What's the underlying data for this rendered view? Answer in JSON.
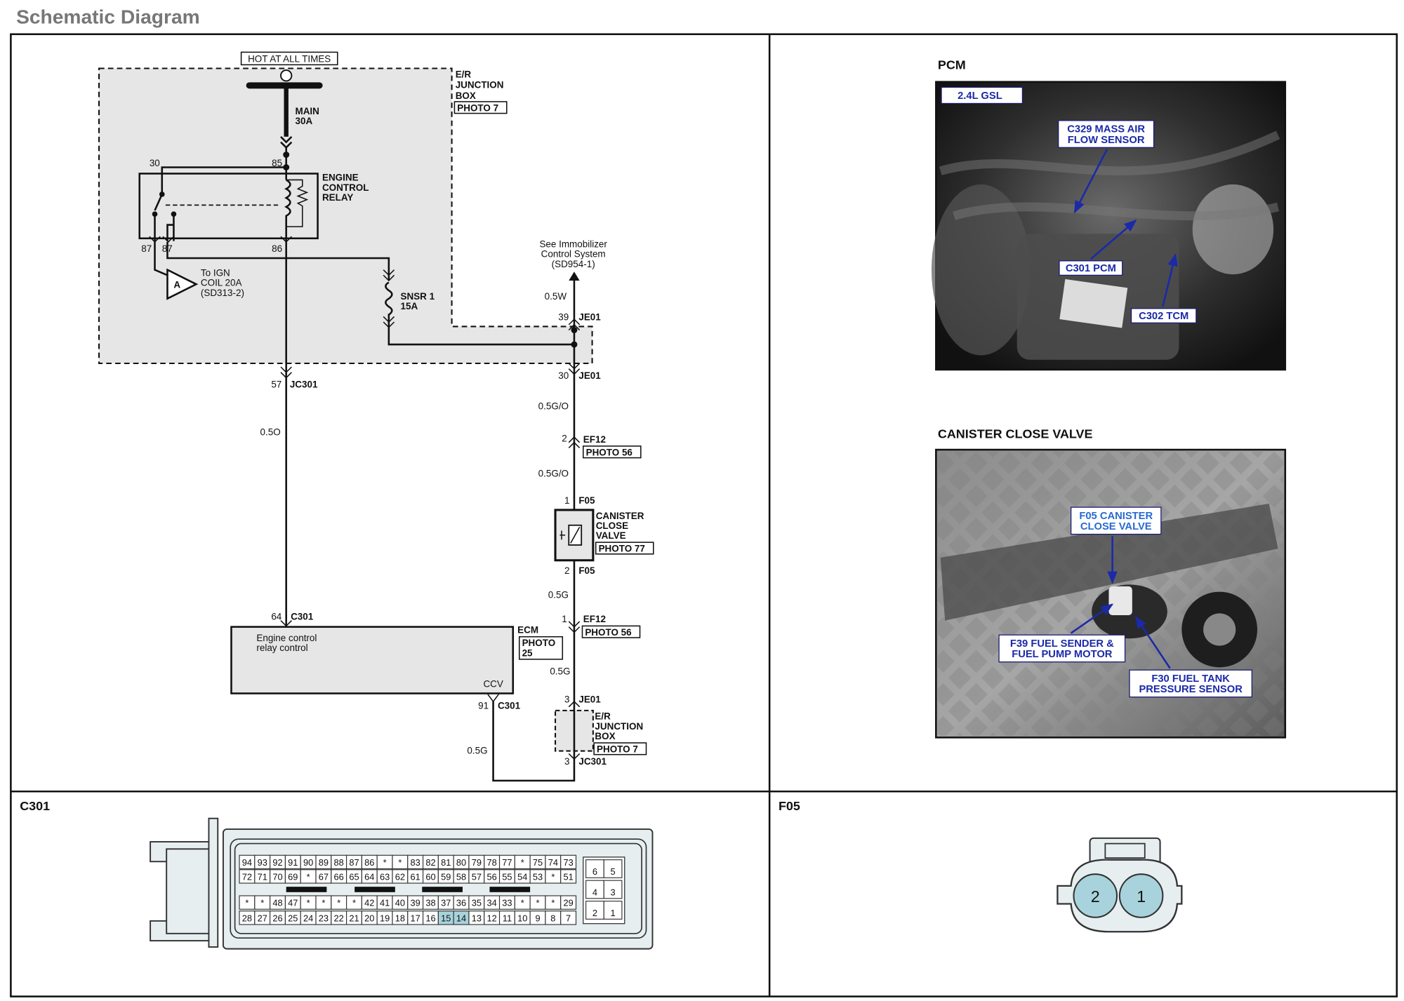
{
  "page": {
    "title": "Schematic Diagram"
  },
  "schematic": {
    "hot": "HOT AT ALL TIMES",
    "er_box": [
      "E/R",
      "JUNCTION",
      "BOX"
    ],
    "er_photo": "PHOTO 7",
    "main_fuse": [
      "MAIN",
      "30A"
    ],
    "relay_label": [
      "ENGINE",
      "CONTROL",
      "RELAY"
    ],
    "relay_pins": {
      "p30": "30",
      "p85": "85",
      "p87a": "87",
      "p87b": "87",
      "p86": "86"
    },
    "ign_marker": "A",
    "ign": [
      "To IGN",
      "COIL 20A",
      "(SD313-2)"
    ],
    "snsr": [
      "SNSR  1",
      "15A"
    ],
    "immob": [
      "See Immobilizer",
      "Control System",
      "(SD954-1)"
    ]
  },
  "right_wire": {
    "w1": "0.5W",
    "c1_pin": "39",
    "c1": "JE01",
    "c2_pin": "30",
    "c2": "JE01",
    "w2": "0.5G/O",
    "c3_pin": "2",
    "c3": "EF12",
    "c3_photo": "PHOTO 56",
    "w3": "0.5G/O",
    "c4_pin": "1",
    "c4": "F05",
    "valve": [
      "CANISTER",
      "CLOSE",
      "VALVE"
    ],
    "valve_photo": "PHOTO 77",
    "c5_pin": "2",
    "c5": "F05",
    "w4": "0.5G",
    "c6_pin": "1",
    "c6": "EF12",
    "c6_photo": "PHOTO 56",
    "w5": "0.5G",
    "c7_pin": "3",
    "c7": "JE01",
    "box2": [
      "E/R",
      "JUNCTION",
      "BOX"
    ],
    "box2_photo": "PHOTO 7",
    "c8_pin": "3",
    "c8": "JC301"
  },
  "left_wire": {
    "c1_pin": "57",
    "c1": "JC301",
    "w1": "0.5O",
    "c2_pin": "64",
    "c2": "C301"
  },
  "ecm": {
    "name": "ECM",
    "photo": [
      "PHOTO",
      "25"
    ],
    "func": [
      "Engine control",
      "relay control"
    ],
    "pin_label": "CCV",
    "out_pin": "91",
    "out_conn": "C301",
    "wire": "0.5G"
  },
  "photos": {
    "pcm": {
      "heading": "PCM",
      "tag": "2.4L GSL",
      "maf": [
        "C329 MASS AIR",
        "FLOW SENSOR"
      ],
      "pcm_conn": "C301 PCM",
      "tcm_conn": "C302 TCM"
    },
    "canister": {
      "heading": "CANISTER CLOSE VALVE",
      "valve": [
        "F05 CANISTER",
        "CLOSE VALVE"
      ],
      "sender": [
        "F39 FUEL SENDER &",
        "FUEL PUMP MOTOR"
      ],
      "tank": [
        "F30 FUEL TANK",
        "PRESSURE SENSOR"
      ]
    }
  },
  "connectors": {
    "c301": {
      "title": "C301",
      "rows": [
        [
          "94",
          "93",
          "92",
          "91",
          "90",
          "89",
          "88",
          "87",
          "86",
          "*",
          "*",
          "83",
          "82",
          "81",
          "80",
          "79",
          "78",
          "77",
          "*",
          "75",
          "74",
          "73"
        ],
        [
          "72",
          "71",
          "70",
          "69",
          "*",
          "67",
          "66",
          "65",
          "64",
          "63",
          "62",
          "61",
          "60",
          "59",
          "58",
          "57",
          "56",
          "55",
          "54",
          "53",
          "*",
          "51"
        ],
        [
          "*",
          "*",
          "48",
          "47",
          "*",
          "*",
          "*",
          "*",
          "42",
          "41",
          "40",
          "39",
          "38",
          "37",
          "36",
          "35",
          "34",
          "33",
          "*",
          "*",
          "*",
          "29"
        ],
        [
          "28",
          "27",
          "26",
          "25",
          "24",
          "23",
          "22",
          "21",
          "20",
          "19",
          "18",
          "17",
          "16",
          "15",
          "14",
          "13",
          "12",
          "11",
          "10",
          "9",
          "8",
          "7"
        ]
      ],
      "side_pins": [
        [
          "6",
          "5"
        ],
        [
          "4",
          "3"
        ],
        [
          "2",
          "1"
        ]
      ],
      "highlighted": [
        "15",
        "14"
      ],
      "highlight_color": "#a8d3dc"
    },
    "f05": {
      "title": "F05",
      "pins": [
        "2",
        "1"
      ],
      "pin_color": "#a8d3dc"
    }
  },
  "colors": {
    "label_blue": "#1a2aa8",
    "junction_fill": "#e6e6e6"
  }
}
